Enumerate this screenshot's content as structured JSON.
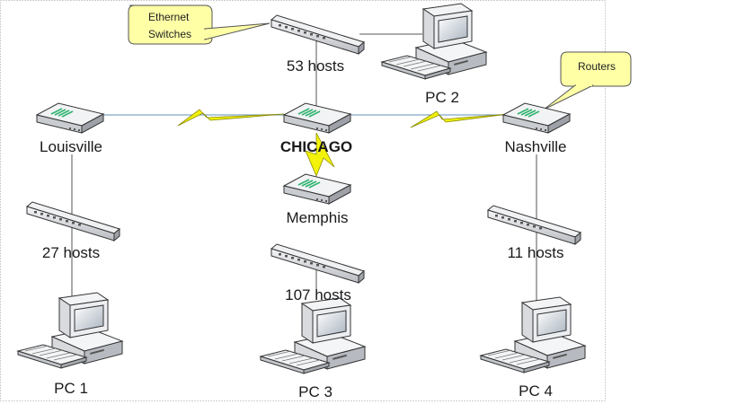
{
  "callouts": {
    "ethernet_switches": "Ethernet Switches",
    "routers": "Routers"
  },
  "routers": {
    "louisville": "Louisville",
    "chicago": "CHICAGO",
    "nashville": "Nashville",
    "memphis": "Memphis"
  },
  "switches": {
    "top": "53 hosts",
    "left": "27 hosts",
    "middle": "107 hosts",
    "right": "11 hosts"
  },
  "pcs": {
    "pc1": "PC 1",
    "pc2": "PC 2",
    "pc3": "PC 3",
    "pc4": "PC 4"
  },
  "colors": {
    "callout_fill": "#ffffa6",
    "wan_link": "#f2f20a",
    "lan_link": "#7fa6c8",
    "router_body": "#e6e8ec",
    "router_stripe": "#2fb36e"
  }
}
